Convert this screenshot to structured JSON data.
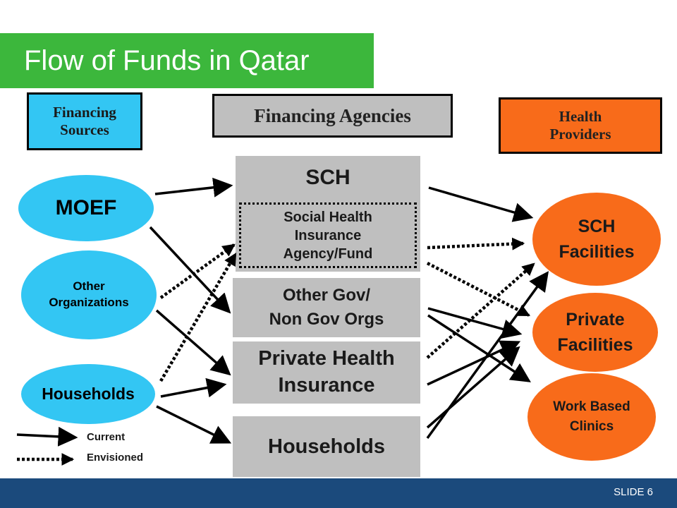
{
  "title": "Flow of Funds in Qatar",
  "headers": {
    "sources": "Financing\nSources",
    "agencies": "Financing Agencies",
    "providers": "Health\nProviders"
  },
  "sources": {
    "moef": "MOEF",
    "other": "Other\nOrganizations",
    "households": "Households"
  },
  "agencies": {
    "sch": "SCH",
    "sch_sub": "Social Health\nInsurance\nAgency/Fund",
    "other_gov": "Other Gov/\nNon Gov Orgs",
    "private_insurance": "Private Health\nInsurance",
    "households": "Households"
  },
  "providers": {
    "sch": "SCH\nFacilities",
    "private": "Private\nFacilities",
    "work": "Work Based\nClinics"
  },
  "legend": {
    "current": "Current",
    "envisioned": "Envisioned"
  },
  "footer": {
    "slide": "SLIDE  6"
  },
  "colors": {
    "title_bg": "#3cb73c",
    "sources": "#33c6f3",
    "agencies": "#bfbfbf",
    "providers": "#f86b1a",
    "footer": "#1b4a7c"
  }
}
